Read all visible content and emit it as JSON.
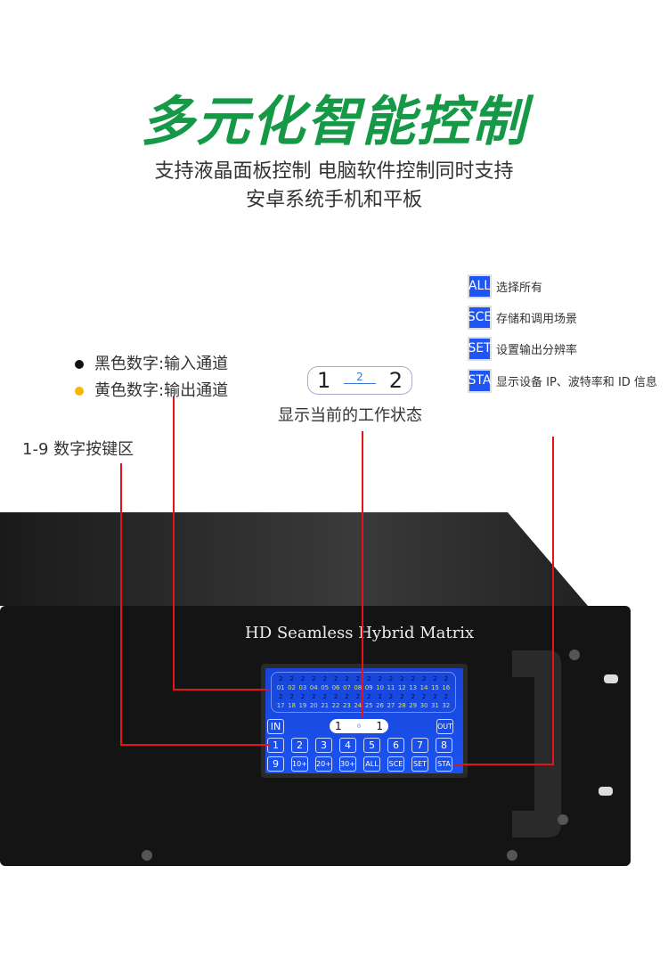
{
  "title": "多元化智能控制",
  "subtitle": [
    "支持液晶面板控制 电脑软件控制同时支持",
    "安卓系统手机和平板"
  ],
  "legend": [
    {
      "key": "ALL",
      "desc": "选择所有"
    },
    {
      "key": "SCE",
      "desc": "存储和调用场景"
    },
    {
      "key": "SET",
      "desc": "设置输出分辨率"
    },
    {
      "key": "STA",
      "desc": "显示设备 IP、波特率和 ID 信息"
    }
  ],
  "labels": {
    "black_digits": "黑色数字:输入通道",
    "yellow_digits": "黄色数字:输出通道",
    "keypad": "1-9 数字按键区",
    "status_caption": "显示当前的工作状态"
  },
  "status_icon": {
    "from": "1",
    "mid": "2",
    "to": "2"
  },
  "colors": {
    "brand_green": "#169947",
    "key_blue": "#1f55f2",
    "line_red": "#e2141c",
    "bullet_black": "#111111",
    "bullet_yellow": "#f5b800"
  },
  "device": {
    "model_text": "HD Seamless Hybrid Matrix"
  },
  "lcd": {
    "input_top": [
      "2",
      "2",
      "2",
      "2",
      "2",
      "2",
      "2",
      "2",
      "2",
      "2",
      "2",
      "2",
      "2",
      "2",
      "2",
      "2"
    ],
    "output_top": [
      "01",
      "02",
      "03",
      "04",
      "05",
      "06",
      "07",
      "08",
      "09",
      "10",
      "11",
      "12",
      "13",
      "14",
      "15",
      "16"
    ],
    "input_bottom": [
      "2",
      "2",
      "2",
      "2",
      "2",
      "2",
      "2",
      "2",
      "2",
      "2",
      "2",
      "2",
      "2",
      "2",
      "2",
      "2"
    ],
    "output_bottom": [
      "17",
      "18",
      "19",
      "20",
      "21",
      "22",
      "23",
      "24",
      "25",
      "26",
      "27",
      "28",
      "29",
      "30",
      "31",
      "32"
    ],
    "in_label": "IN",
    "out_label": "OUT",
    "status": {
      "from": "1",
      "mid": "0",
      "to": "1"
    },
    "keys_row1": [
      "1",
      "2",
      "3",
      "4",
      "5",
      "6",
      "7",
      "8"
    ],
    "keys_row2": [
      "9",
      "10+",
      "20+",
      "30+",
      "ALL",
      "SCE",
      "SET",
      "STA"
    ]
  }
}
